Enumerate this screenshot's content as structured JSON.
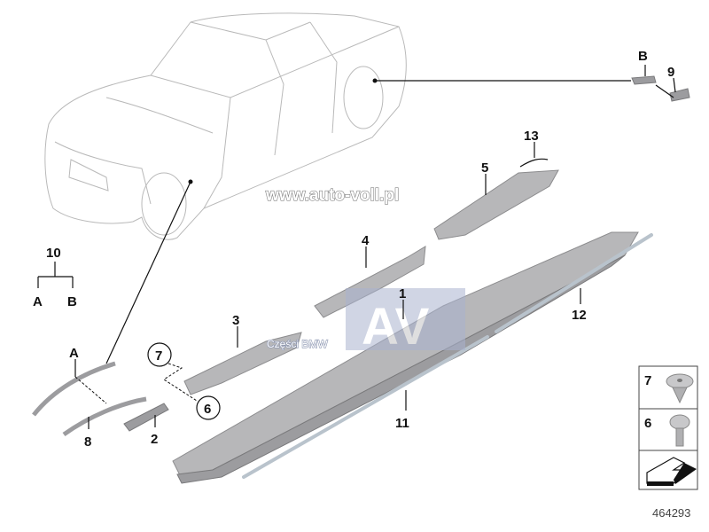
{
  "watermark": {
    "url": "www.auto-voll.pl",
    "logo_text": "AV",
    "subtitle": "Części BMW"
  },
  "labels": {
    "l1": "1",
    "l2": "2",
    "l3": "3",
    "l4": "4",
    "l5": "5",
    "l6": "6",
    "l7": "7",
    "l8": "8",
    "l9": "9",
    "l10": "10",
    "l11": "11",
    "l12": "12",
    "l13": "13",
    "a_arch": "A",
    "b_top": "B",
    "tree_a": "A",
    "tree_b": "B"
  },
  "legend_box": {
    "row1": "7",
    "row2": "6"
  },
  "diagram_number": "464293"
}
